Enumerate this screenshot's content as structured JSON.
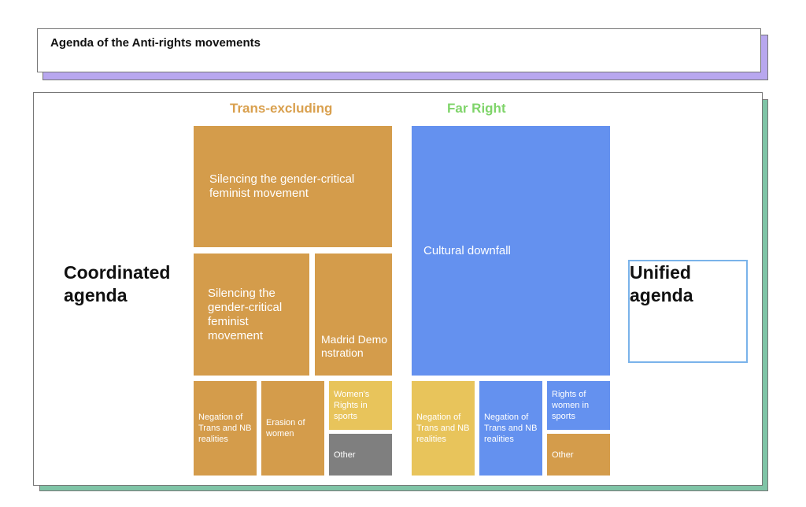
{
  "title": "Agenda of the Anti-rights movements",
  "columns": {
    "trans_excluding": "Trans-excluding",
    "far_right": "Far Right"
  },
  "side_labels": {
    "left": "Coordinated agenda",
    "right": "Unified agenda"
  },
  "tiles": {
    "silencing_large": "Silencing the gender-critical feminist movement",
    "silencing_medium": "Silencing the gender-critical feminist movement",
    "madrid": "Madrid Demonstration",
    "negation_left": "Negation of Trans and NB realities",
    "erasion": "Erasion of women",
    "womens_rights": "Women's Rights in sports",
    "other_left": "Other",
    "cultural_downfall": "Cultural downfall",
    "negation_right_yellow": "Negation of Trans and NB realities",
    "negation_right_blue": "Negation of Trans and NB realities",
    "rights_women_sports": "Rights of women in sports",
    "other_right": "Other"
  },
  "colors": {
    "orange": "#d49c4b",
    "blue": "#6491ef",
    "yellow": "#e8c45b",
    "gray": "#7f7f7f",
    "trans_heading": "#d9a04e",
    "far_right_heading": "#7fd46a",
    "title_shadow": "#b8a7ef",
    "main_shadow": "#7fc4a6",
    "unified_border": "#7ab3ea"
  }
}
